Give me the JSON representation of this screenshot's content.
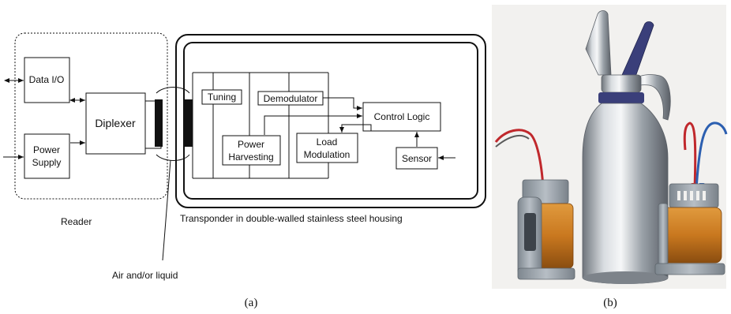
{
  "diagram": {
    "reader": {
      "data_io": "Data I/O",
      "power_supply_line1": "Power",
      "power_supply_line2": "Supply",
      "diplexer": "Diplexer",
      "label": "Reader"
    },
    "transponder": {
      "tuning": "Tuning",
      "demodulator": "Demodulator",
      "control_logic": "Control Logic",
      "power_harvesting_line1": "Power",
      "power_harvesting_line2": "Harvesting",
      "load_modulation_line1": "Load",
      "load_modulation_line2": "Modulation",
      "sensor": "Sensor",
      "label": "Transponder in double-walled stainless steel housing"
    },
    "medium_label": "Air and/or liquid",
    "caption_a": "(a)"
  },
  "photo": {
    "caption_b": "(b)",
    "colors": {
      "background": "#f2f1ef",
      "steel": "#b9bec4",
      "coil_copper": "#c9781f",
      "coil_frame": "#9aa3ab",
      "cap_band": "#3a3f7a",
      "wire_red": "#c0282c",
      "wire_blue": "#2c5fb0"
    }
  }
}
